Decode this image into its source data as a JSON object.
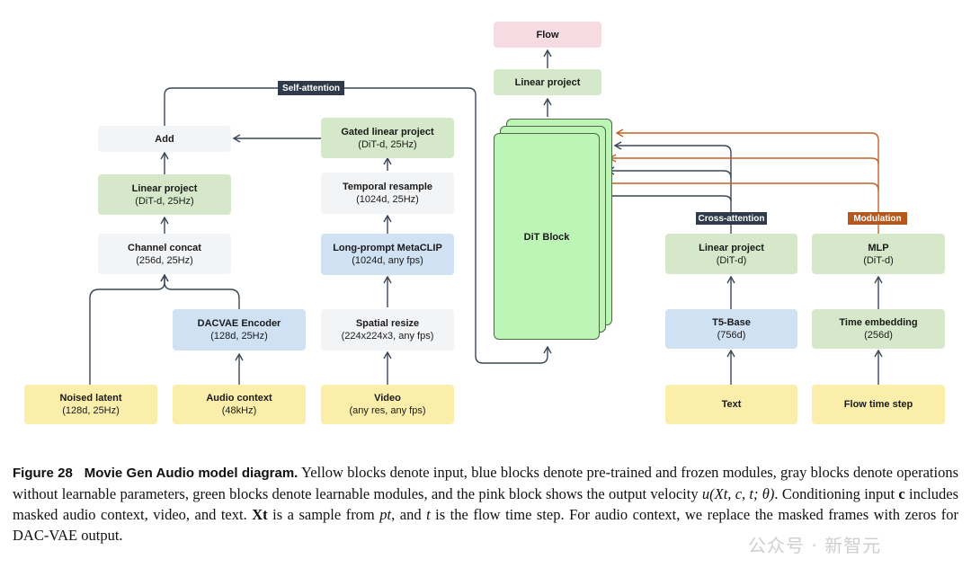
{
  "blocks": {
    "flow": {
      "title": "Flow"
    },
    "linear_project_top": {
      "title": "Linear project"
    },
    "self_attention": {
      "label": "Self-attention"
    },
    "add": {
      "title": "Add"
    },
    "linear_project_audio": {
      "title": "Linear project",
      "sub": "(DiT-d, 25Hz)"
    },
    "channel_concat": {
      "title": "Channel concat",
      "sub": "(256d, 25Hz)"
    },
    "dacvae_encoder": {
      "title": "DACVAE Encoder",
      "sub": "(128d, 25Hz)"
    },
    "noised_latent": {
      "title": "Noised latent",
      "sub": "(128d, 25Hz)"
    },
    "audio_context": {
      "title": "Audio context",
      "sub": "(48kHz)"
    },
    "gated_linear_project": {
      "title": "Gated linear project",
      "sub": "(DiT-d, 25Hz)"
    },
    "temporal_resample": {
      "title": "Temporal resample",
      "sub": "(1024d, 25Hz)"
    },
    "metaclip": {
      "title": "Long-prompt MetaCLIP",
      "sub": "(1024d, any fps)"
    },
    "spatial_resize": {
      "title": "Spatial resize",
      "sub": "(224x224x3, any fps)"
    },
    "video": {
      "title": "Video",
      "sub": "(any res, any fps)"
    },
    "dit_block": {
      "title": "DiT Block"
    },
    "cross_attention": {
      "label": "Cross-attention"
    },
    "modulation": {
      "label": "Modulation"
    },
    "linear_project_text": {
      "title": "Linear project",
      "sub": "(DiT-d)"
    },
    "t5_base": {
      "title": "T5-Base",
      "sub": "(756d)"
    },
    "text": {
      "title": "Text"
    },
    "mlp": {
      "title": "MLP",
      "sub": "(DiT-d)"
    },
    "time_embedding": {
      "title": "Time embedding",
      "sub": "(256d)"
    },
    "flow_time_step": {
      "title": "Flow time step"
    }
  },
  "caption": {
    "figure_number": "Figure 28",
    "caption_title": "Movie Gen Audio model diagram.",
    "body_1": "Yellow blocks denote input, blue blocks denote pre-trained and frozen modules, gray blocks denote operations without learnable parameters, green blocks denote learnable modules, and the pink block shows the output velocity",
    "math_velocity": "u(Xt, c, t; θ)",
    "body_2": ". Conditioning input",
    "math_c": "c",
    "body_3": "includes masked audio context, video, and text.",
    "math_xt": "Xt",
    "body_4": "is a sample from",
    "math_pt": "pt",
    "body_5": ", and",
    "math_t": "t",
    "body_6": "is the flow time step. For audio context, we replace the masked frames with zeros for DAC-VAE output."
  },
  "watermark": {
    "text": "公众号 · 新智元"
  },
  "colors": {
    "input_yellow": "#fbeeab",
    "frozen_blue": "#cfe1f3",
    "operation_gray": "#f3f4f6",
    "learnable_green": "#d5e8c9",
    "output_pink": "#f7dbe3",
    "dit_green": "#bdf5b6",
    "arrow_dark": "#3a4656",
    "arrow_orange": "#c0622a"
  }
}
